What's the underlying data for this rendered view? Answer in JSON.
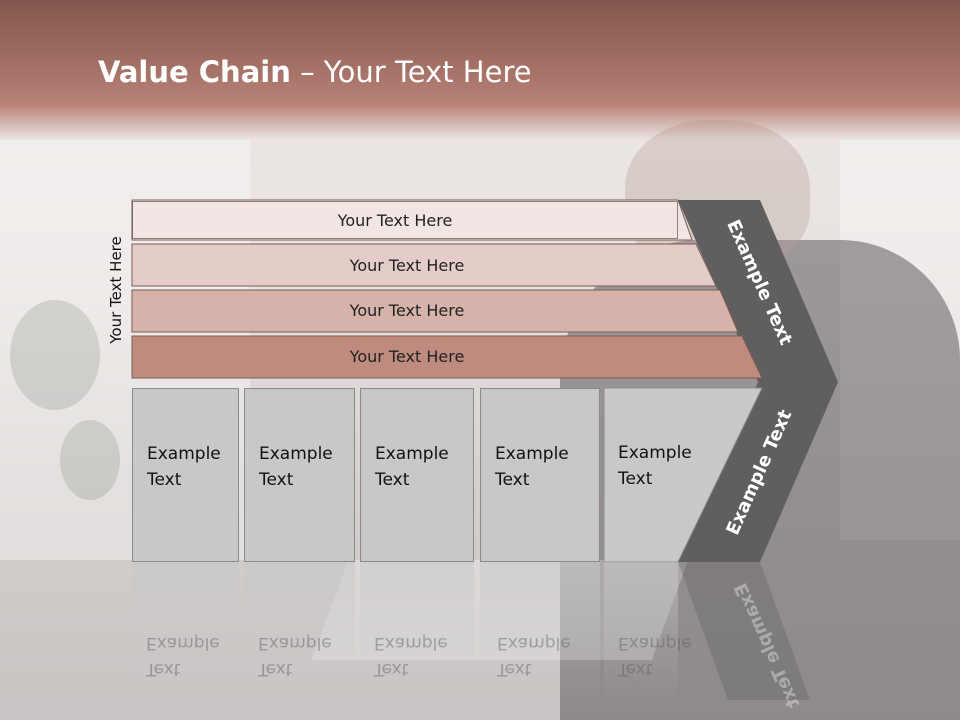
{
  "slide": {
    "title_bold": "Value Chain",
    "title_rest": " – Your Text Here",
    "side_label": "Your Text Here"
  },
  "support_bars": [
    {
      "label": "Your Text Here",
      "color": "#f1e6e4"
    },
    {
      "label": "Your Text Here",
      "color": "#e4cdc8"
    },
    {
      "label": "Your Text Here",
      "color": "#d5b2aa"
    },
    {
      "label": "Your Text Here",
      "color": "#bf8b7f"
    }
  ],
  "primary_boxes": [
    {
      "line1": "Example",
      "line2": "Text"
    },
    {
      "line1": "Example",
      "line2": "Text"
    },
    {
      "line1": "Example",
      "line2": "Text"
    },
    {
      "line1": "Example",
      "line2": "Text"
    },
    {
      "line1": "Example",
      "line2": "Text"
    }
  ],
  "chevron": {
    "upper_label": "Example Text",
    "lower_label": "Example Text",
    "color": "#5f5f5f"
  },
  "colors": {
    "header": "#a26f64",
    "box_fill": "#c8c8c8"
  }
}
